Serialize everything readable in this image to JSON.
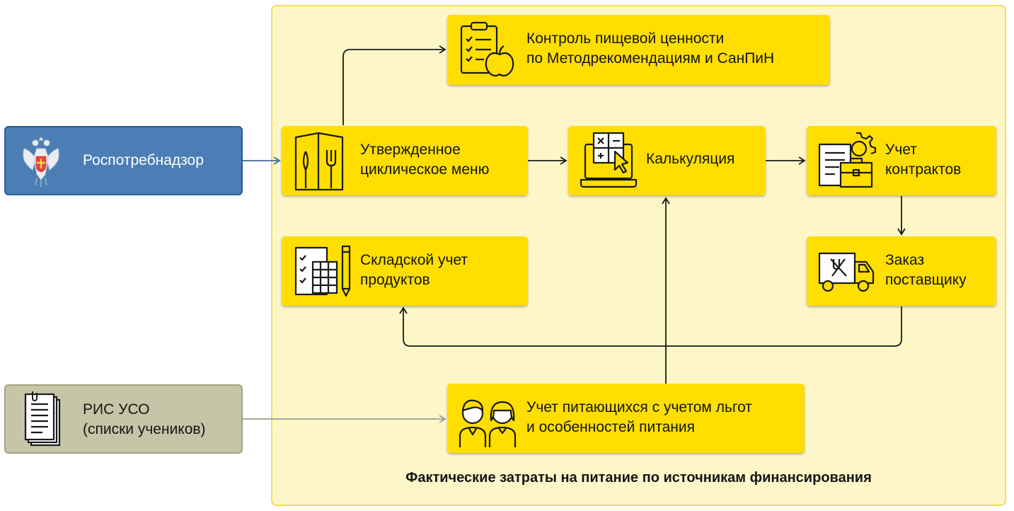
{
  "nodes": {
    "rospotreb": {
      "label": "Роспотребнадзор",
      "icon": "eagle-emblem-icon"
    },
    "ris": {
      "line1": "РИС УСО",
      "line2": "(списки учеников)",
      "icon": "documents-icon"
    },
    "kontrol": {
      "line1": "Контроль пищевой ценности",
      "line2": "по Методрекомендациям и СанПиН",
      "icon": "checklist-apple-icon"
    },
    "menu": {
      "line1": "Утвержденное",
      "line2": "циклическое меню",
      "icon": "menu-cutlery-icon"
    },
    "kalk": {
      "label": "Калькуляция",
      "icon": "laptop-calculator-icon"
    },
    "kontrakty": {
      "line1": "Учет",
      "line2": "контрактов",
      "icon": "contract-briefcase-icon"
    },
    "sklad": {
      "line1": "Складской учет",
      "line2": "продуктов",
      "icon": "warehouse-sheet-pencil-icon"
    },
    "zakaz": {
      "line1": "Заказ",
      "line2": "поставщику",
      "icon": "delivery-truck-icon"
    },
    "uchet": {
      "line1": "Учет питающихся с учетом льгот",
      "line2": "и особенностей питания",
      "icon": "children-icon"
    }
  },
  "caption": "Фактические затраты на питание по источникам финансирования",
  "colors": {
    "panel_bg": "#fdf6c8",
    "panel_border": "#f5dc55",
    "box": "#ffde00",
    "blue": "#4a7eb5",
    "gray": "#c6c5a8",
    "blue_arrow": "#3e6c99",
    "gray_arrow": "#9c9c90",
    "arrow": "#1a1a1a"
  }
}
